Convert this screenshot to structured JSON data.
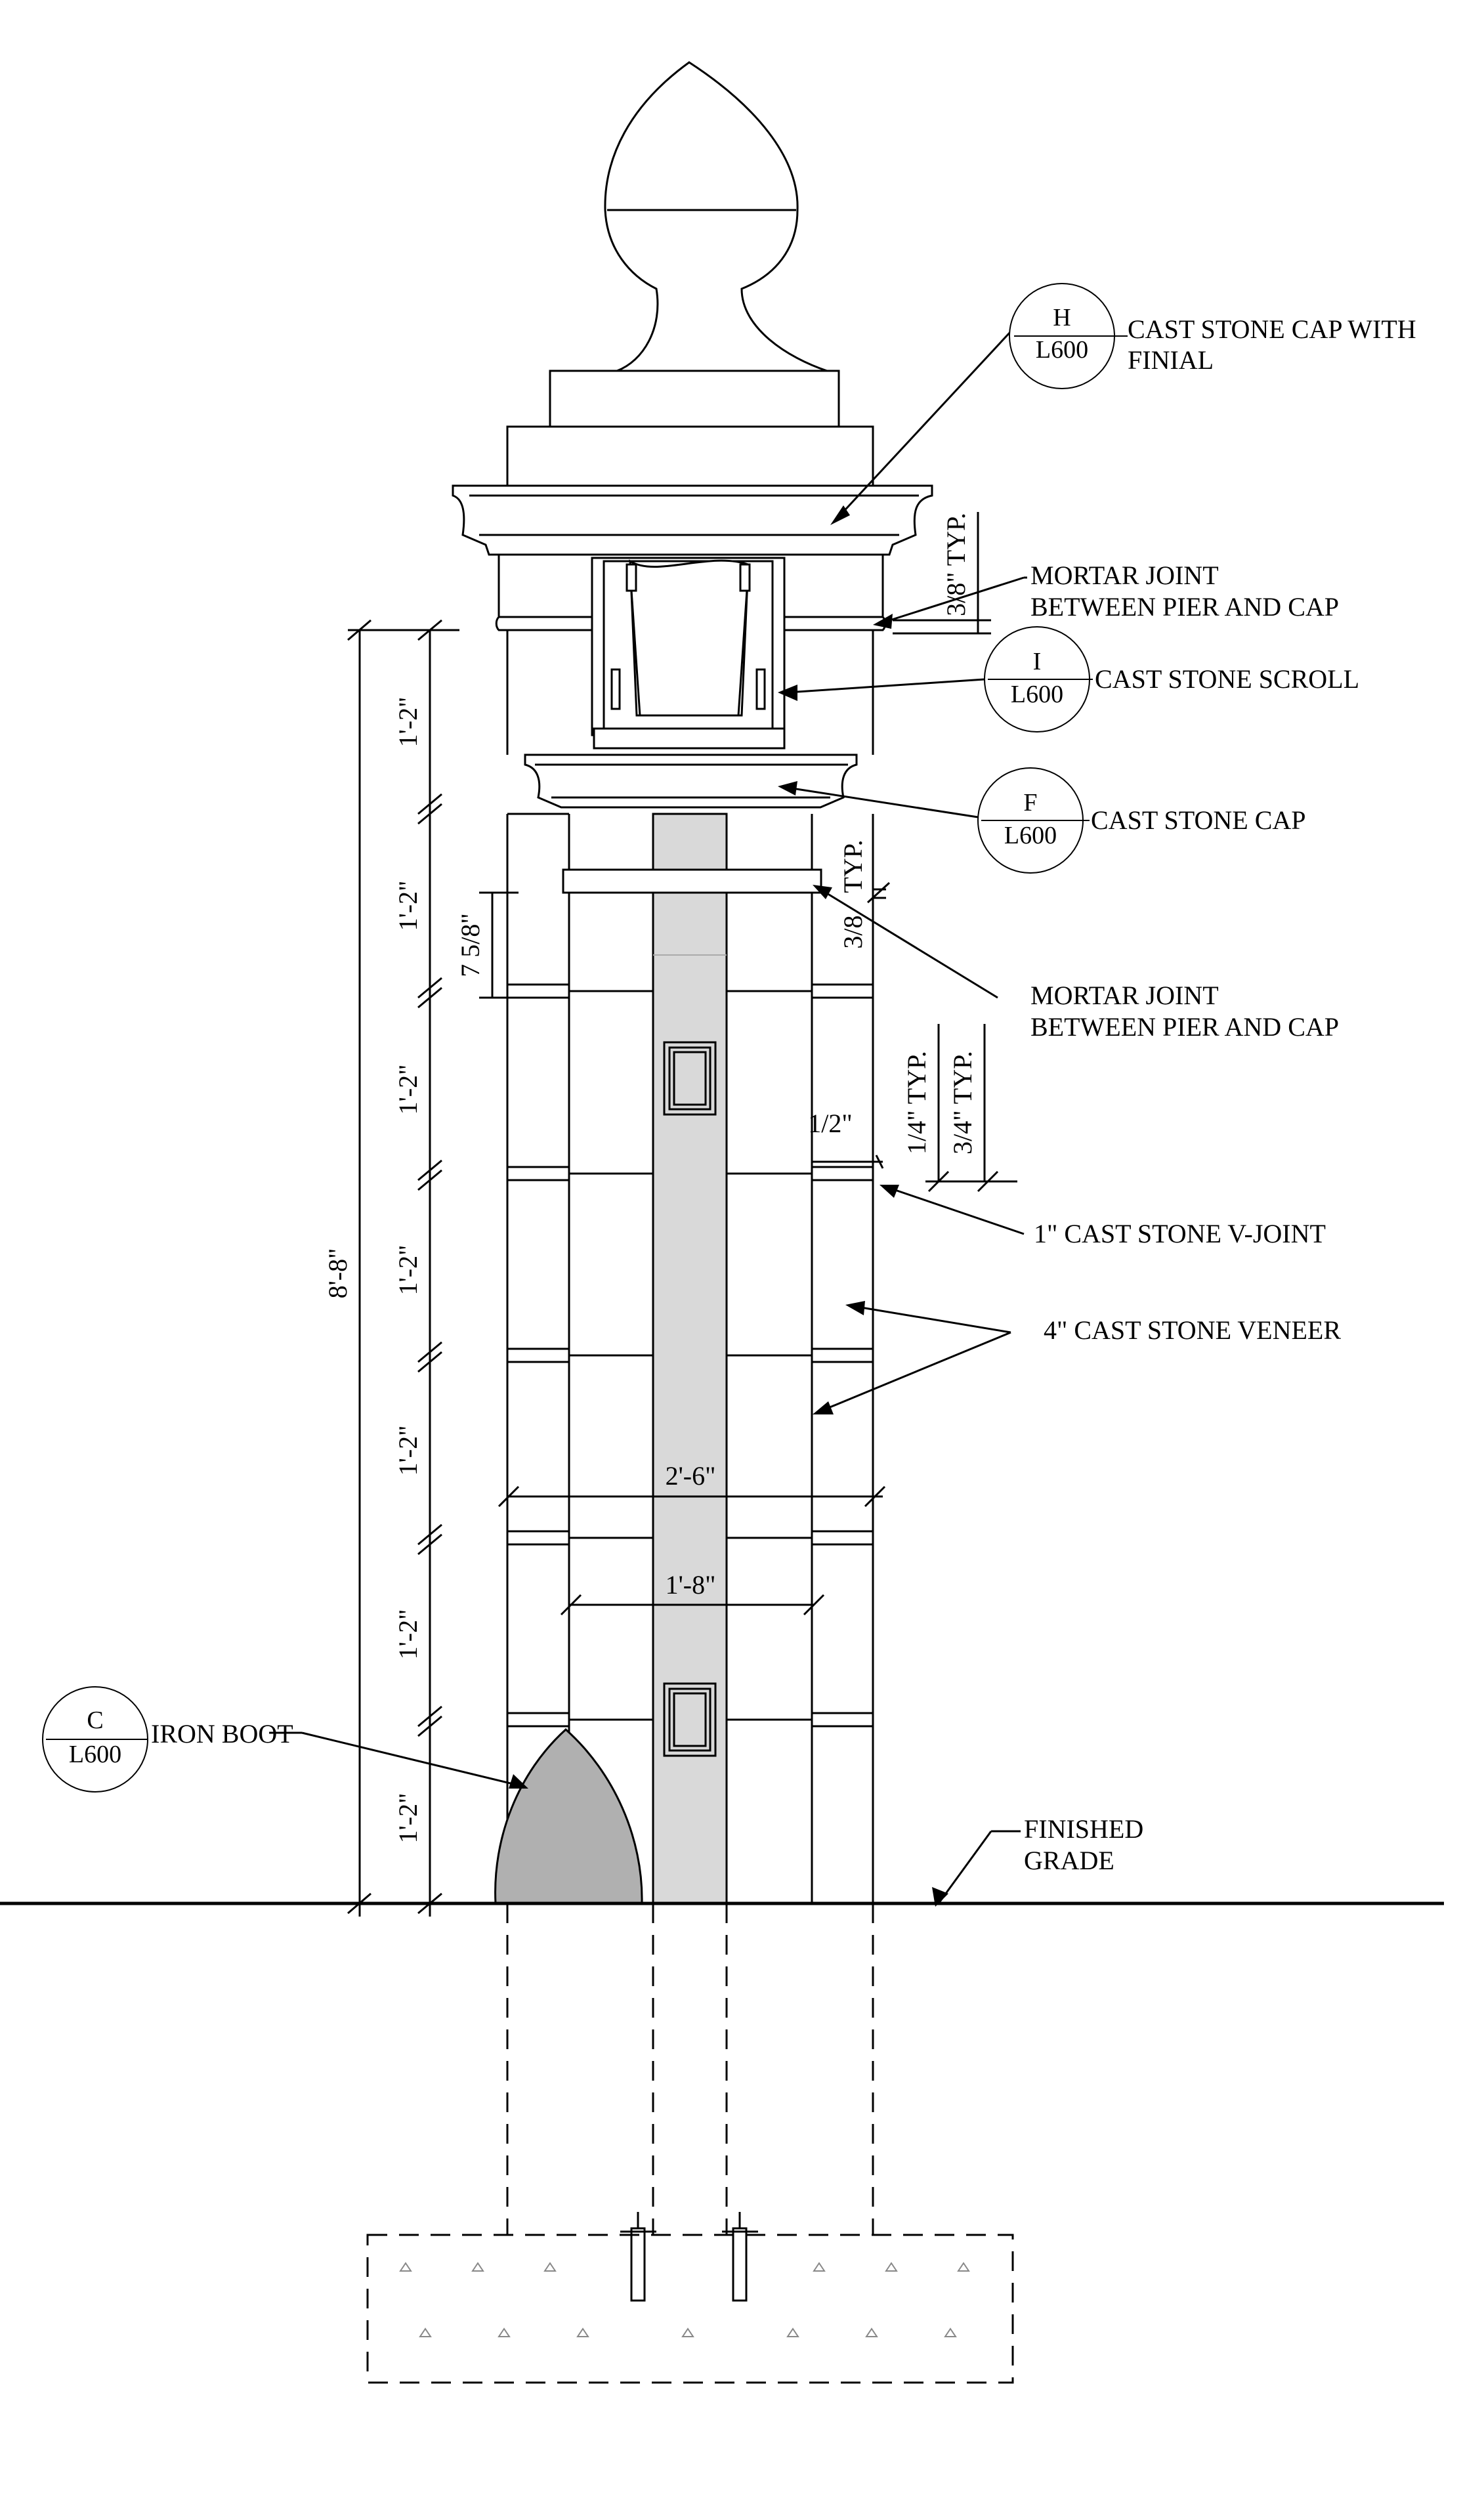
{
  "callouts": {
    "cap_with_finial": {
      "tag": "H",
      "sheet": "L600",
      "line1": "CAST STONE CAP WITH",
      "line2": "FINIAL"
    },
    "mortar_joint_upper": {
      "line1": "MORTAR JOINT",
      "line2": "BETWEEN PIER AND CAP"
    },
    "scroll": {
      "tag": "I",
      "sheet": "L600",
      "label": "CAST STONE SCROLL"
    },
    "cap": {
      "tag": "F",
      "sheet": "L600",
      "label": "CAST STONE CAP"
    },
    "mortar_joint_lower": {
      "line1": "MORTAR JOINT",
      "line2": "BETWEEN PIER AND CAP"
    },
    "v_joint": {
      "label": "1\" CAST STONE V-JOINT"
    },
    "veneer": {
      "label": "4\" CAST STONE VENEER"
    },
    "iron_boot": {
      "tag": "C",
      "sheet": "L600",
      "label": "IRON BOOT"
    },
    "finished_grade": {
      "line1": "FINISHED",
      "line2": "GRADE"
    }
  },
  "dimensions": {
    "overall_height": "8'-8\"",
    "course_height": "1'-2\"",
    "seven_five_eighths": "7 5/8\"",
    "three_eighths_typ_upper": "3/8\" TYP.",
    "three_eighths_typ_lower_a": "TYP.",
    "three_eighths_typ_lower_b": "3/8",
    "half_inch": "1/2\"",
    "quarter_typ": "1/4\" TYP.",
    "three_quarter_typ": "3/4\" TYP.",
    "pier_width": "2'-6\"",
    "shaft_width": "1'-8\""
  },
  "colors": {
    "line": "#000000",
    "shaft_fill": "#d9d9d9",
    "boot_fill": "#b0b0b0",
    "background": "#ffffff"
  }
}
